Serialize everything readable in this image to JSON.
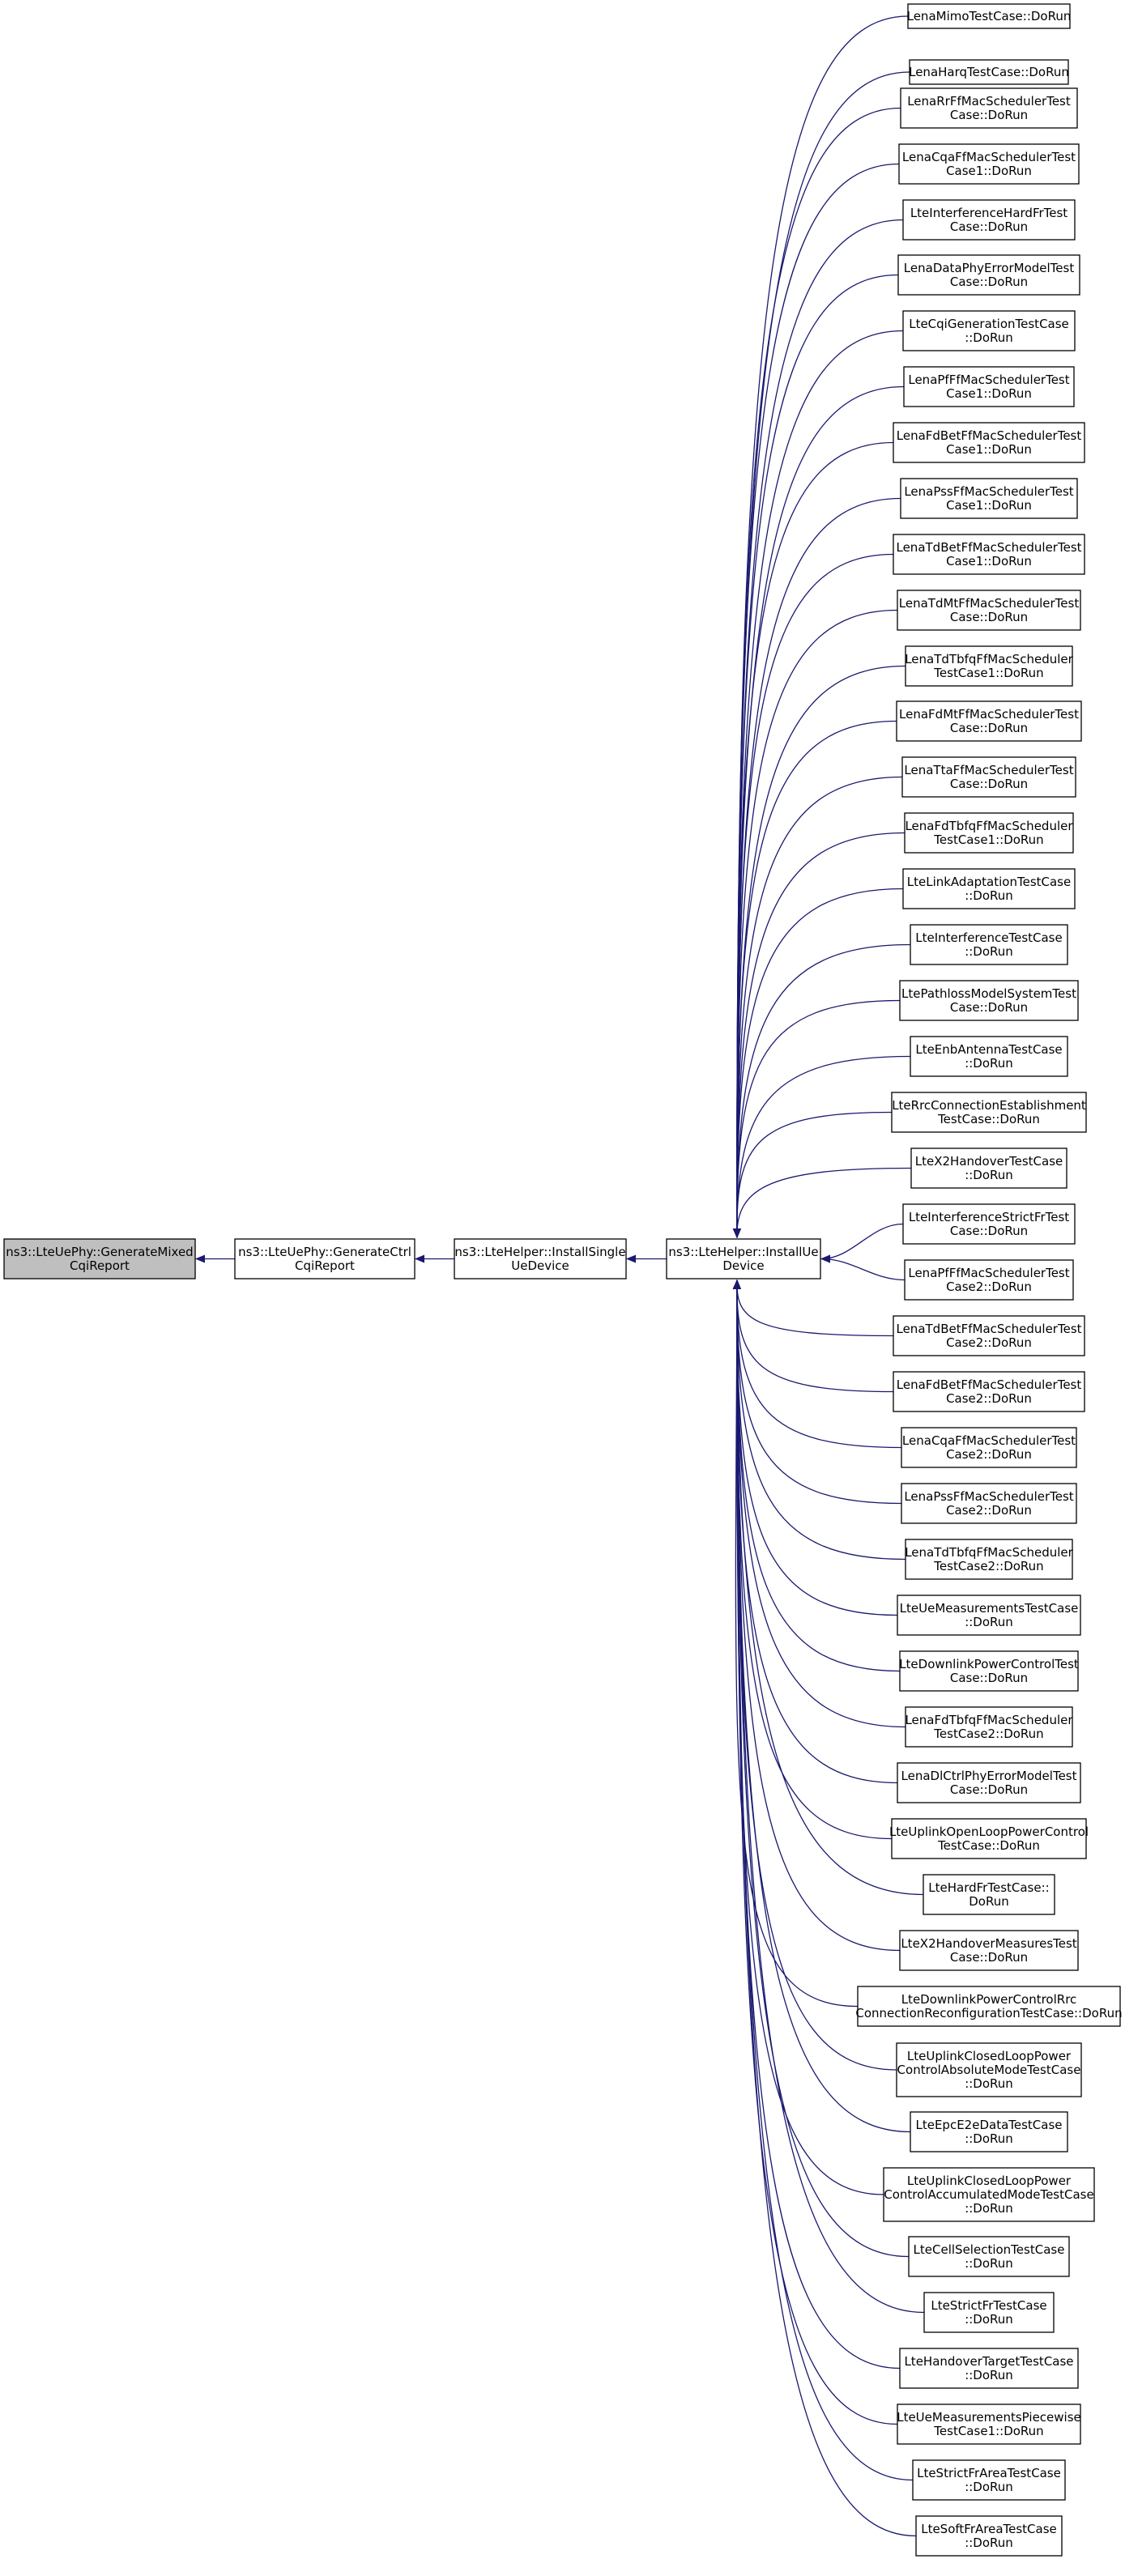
{
  "diagram": {
    "type": "doxygen-caller-graph",
    "colors": {
      "edge": "#191970",
      "node_border": "#000000",
      "focus_border": "#ff0000",
      "root_fill": "#bfbfbf",
      "node_fill": "#ffffff"
    },
    "chain": [
      {
        "id": "generate-mixed",
        "lines": [
          "ns3::LteUePhy::GenerateMixed",
          "CqiReport"
        ],
        "role": "root"
      },
      {
        "id": "generate-ctrl",
        "lines": [
          "ns3::LteUePhy::GenerateCtrl",
          "CqiReport"
        ],
        "role": "normal"
      },
      {
        "id": "install-single",
        "lines": [
          "ns3::LteHelper::InstallSingle",
          "UeDevice"
        ],
        "role": "normal"
      },
      {
        "id": "install-ue",
        "lines": [
          "ns3::LteHelper::InstallUe",
          "Device"
        ],
        "role": "focus"
      }
    ],
    "callers": [
      {
        "lines": [
          "LenaMimoTestCase::DoRun"
        ]
      },
      {
        "lines": [
          "LenaHarqTestCase::DoRun"
        ]
      },
      {
        "lines": [
          "LenaRrFfMacSchedulerTest",
          "Case::DoRun"
        ]
      },
      {
        "lines": [
          "LenaCqaFfMacSchedulerTest",
          "Case1::DoRun"
        ]
      },
      {
        "lines": [
          "LteInterferenceHardFrTest",
          "Case::DoRun"
        ]
      },
      {
        "lines": [
          "LenaDataPhyErrorModelTest",
          "Case::DoRun"
        ]
      },
      {
        "lines": [
          "LteCqiGenerationTestCase",
          "::DoRun"
        ]
      },
      {
        "lines": [
          "LenaPfFfMacSchedulerTest",
          "Case1::DoRun"
        ]
      },
      {
        "lines": [
          "LenaFdBetFfMacSchedulerTest",
          "Case1::DoRun"
        ]
      },
      {
        "lines": [
          "LenaPssFfMacSchedulerTest",
          "Case1::DoRun"
        ]
      },
      {
        "lines": [
          "LenaTdBetFfMacSchedulerTest",
          "Case1::DoRun"
        ]
      },
      {
        "lines": [
          "LenaTdMtFfMacSchedulerTest",
          "Case::DoRun"
        ]
      },
      {
        "lines": [
          "LenaTdTbfqFfMacScheduler",
          "TestCase1::DoRun"
        ]
      },
      {
        "lines": [
          "LenaFdMtFfMacSchedulerTest",
          "Case::DoRun"
        ]
      },
      {
        "lines": [
          "LenaTtaFfMacSchedulerTest",
          "Case::DoRun"
        ]
      },
      {
        "lines": [
          "LenaFdTbfqFfMacScheduler",
          "TestCase1::DoRun"
        ]
      },
      {
        "lines": [
          "LteLinkAdaptationTestCase",
          "::DoRun"
        ]
      },
      {
        "lines": [
          "LteInterferenceTestCase",
          "::DoRun"
        ]
      },
      {
        "lines": [
          "LtePathlossModelSystemTest",
          "Case::DoRun"
        ]
      },
      {
        "lines": [
          "LteEnbAntennaTestCase",
          "::DoRun"
        ]
      },
      {
        "lines": [
          "LteRrcConnectionEstablishment",
          "TestCase::DoRun"
        ]
      },
      {
        "lines": [
          "LteX2HandoverTestCase",
          "::DoRun"
        ]
      },
      {
        "lines": [
          "LteInterferenceStrictFrTest",
          "Case::DoRun"
        ]
      },
      {
        "lines": [
          "LenaPfFfMacSchedulerTest",
          "Case2::DoRun"
        ]
      },
      {
        "lines": [
          "LenaTdBetFfMacSchedulerTest",
          "Case2::DoRun"
        ]
      },
      {
        "lines": [
          "LenaFdBetFfMacSchedulerTest",
          "Case2::DoRun"
        ]
      },
      {
        "lines": [
          "LenaCqaFfMacSchedulerTest",
          "Case2::DoRun"
        ]
      },
      {
        "lines": [
          "LenaPssFfMacSchedulerTest",
          "Case2::DoRun"
        ]
      },
      {
        "lines": [
          "LenaTdTbfqFfMacScheduler",
          "TestCase2::DoRun"
        ]
      },
      {
        "lines": [
          "LteUeMeasurementsTestCase",
          "::DoRun"
        ]
      },
      {
        "lines": [
          "LteDownlinkPowerControlTest",
          "Case::DoRun"
        ]
      },
      {
        "lines": [
          "LenaFdTbfqFfMacScheduler",
          "TestCase2::DoRun"
        ]
      },
      {
        "lines": [
          "LenaDlCtrlPhyErrorModelTest",
          "Case::DoRun"
        ]
      },
      {
        "lines": [
          "LteUplinkOpenLoopPowerControl",
          "TestCase::DoRun"
        ]
      },
      {
        "lines": [
          "LteHardFrTestCase::",
          "DoRun"
        ]
      },
      {
        "lines": [
          "LteX2HandoverMeasuresTest",
          "Case::DoRun"
        ]
      },
      {
        "lines": [
          "LteDownlinkPowerControlRrc",
          "ConnectionReconfigurationTestCase::DoRun"
        ]
      },
      {
        "lines": [
          "LteUplinkClosedLoopPower",
          "ControlAbsoluteModeTestCase",
          "::DoRun"
        ]
      },
      {
        "lines": [
          "LteEpcE2eDataTestCase",
          "::DoRun"
        ]
      },
      {
        "lines": [
          "LteUplinkClosedLoopPower",
          "ControlAccumulatedModeTestCase",
          "::DoRun"
        ]
      },
      {
        "lines": [
          "LteCellSelectionTestCase",
          "::DoRun"
        ]
      },
      {
        "lines": [
          "LteStrictFrTestCase",
          "::DoRun"
        ]
      },
      {
        "lines": [
          "LteHandoverTargetTestCase",
          "::DoRun"
        ]
      },
      {
        "lines": [
          "LteUeMeasurementsPiecewise",
          "TestCase1::DoRun"
        ]
      },
      {
        "lines": [
          "LteStrictFrAreaTestCase",
          "::DoRun"
        ]
      },
      {
        "lines": [
          "LteSoftFrAreaTestCase",
          "::DoRun"
        ]
      }
    ]
  }
}
